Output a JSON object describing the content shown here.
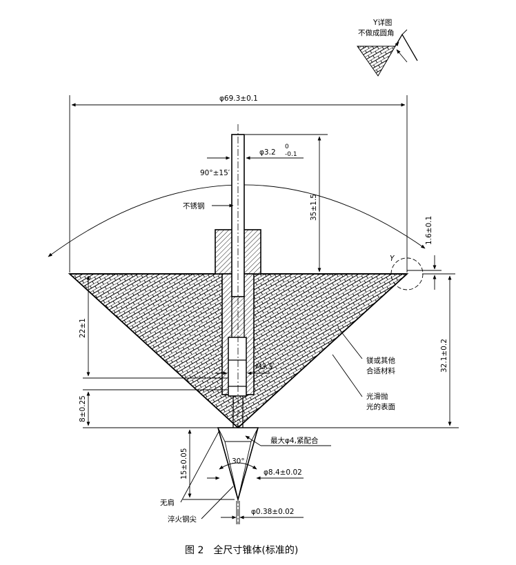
{
  "detail": {
    "title": "Y详图",
    "note": "不做成圆角"
  },
  "dimensions": {
    "top_diameter": "φ69.3±0.1",
    "rod_diameter": "φ3.2",
    "rod_tol_upper": "0",
    "rod_tol_lower": "-0.1",
    "angle": "90°±15′",
    "rod_length": "35±1.5",
    "rim_height": "1.6±0.1",
    "depth_22": "22±1",
    "depth_8": "8±0.25",
    "total_height": "32.1±0.2",
    "tip_length": "15±0.05",
    "tip_angle": "30°",
    "thread": "M3.5",
    "tip_diameter": "φ8.4±0.02",
    "point_diameter": "φ0.38±0.02"
  },
  "labels": {
    "stainless_steel": "不锈钢",
    "brass_line1": "镁或其他",
    "brass_line2": "合适材料",
    "polish_line1": "光滑抛",
    "polish_line2": "光的表面",
    "fit": "最大φ4,紧配合",
    "no_shoulder": "无肩",
    "hardened_tip": "淬火钢尖",
    "detail_mark": "Y"
  },
  "caption": "图 2　全尺寸锥体(标准的)"
}
